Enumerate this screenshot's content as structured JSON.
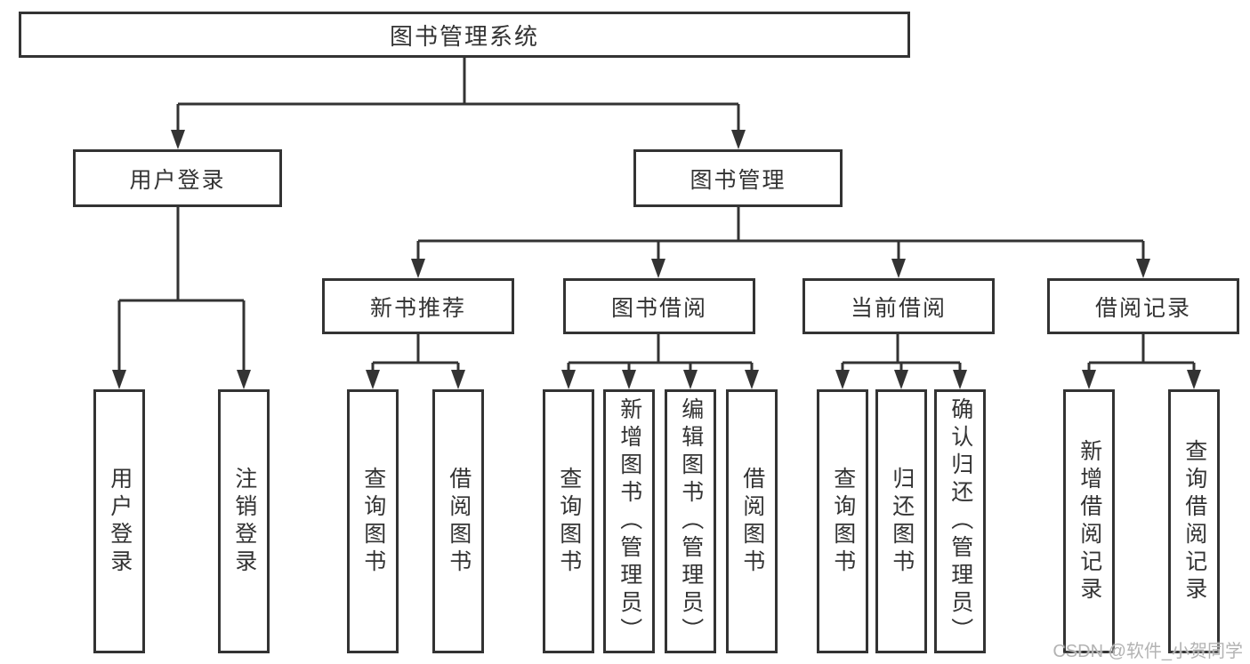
{
  "diagram": {
    "root": {
      "label": "图书管理系统"
    },
    "level2": [
      {
        "label": "用户登录"
      },
      {
        "label": "图书管理"
      }
    ],
    "level3": [
      {
        "label": "新书推荐"
      },
      {
        "label": "图书借阅"
      },
      {
        "label": "当前借阅"
      },
      {
        "label": "借阅记录"
      }
    ],
    "leaves": {
      "user_login": [
        "用户登录",
        "注销登录"
      ],
      "new_books": [
        "查询图书",
        "借阅图书"
      ],
      "book_borrow": [
        "查询图书",
        "新增图书（管理员）",
        "编辑图书（管理员）",
        "借阅图书"
      ],
      "current_borrow": [
        "查询图书",
        "归还图书",
        "确认归还（管理员）"
      ],
      "borrow_records": [
        "新增借阅记录",
        "查询借阅记录"
      ]
    }
  },
  "watermark": {
    "text": "CSDN @软件_小贺同学"
  },
  "colors": {
    "line": "#333333",
    "border": "#333333",
    "text": "#333333",
    "background": "#ffffff",
    "watermark": "#b3b3b3"
  }
}
